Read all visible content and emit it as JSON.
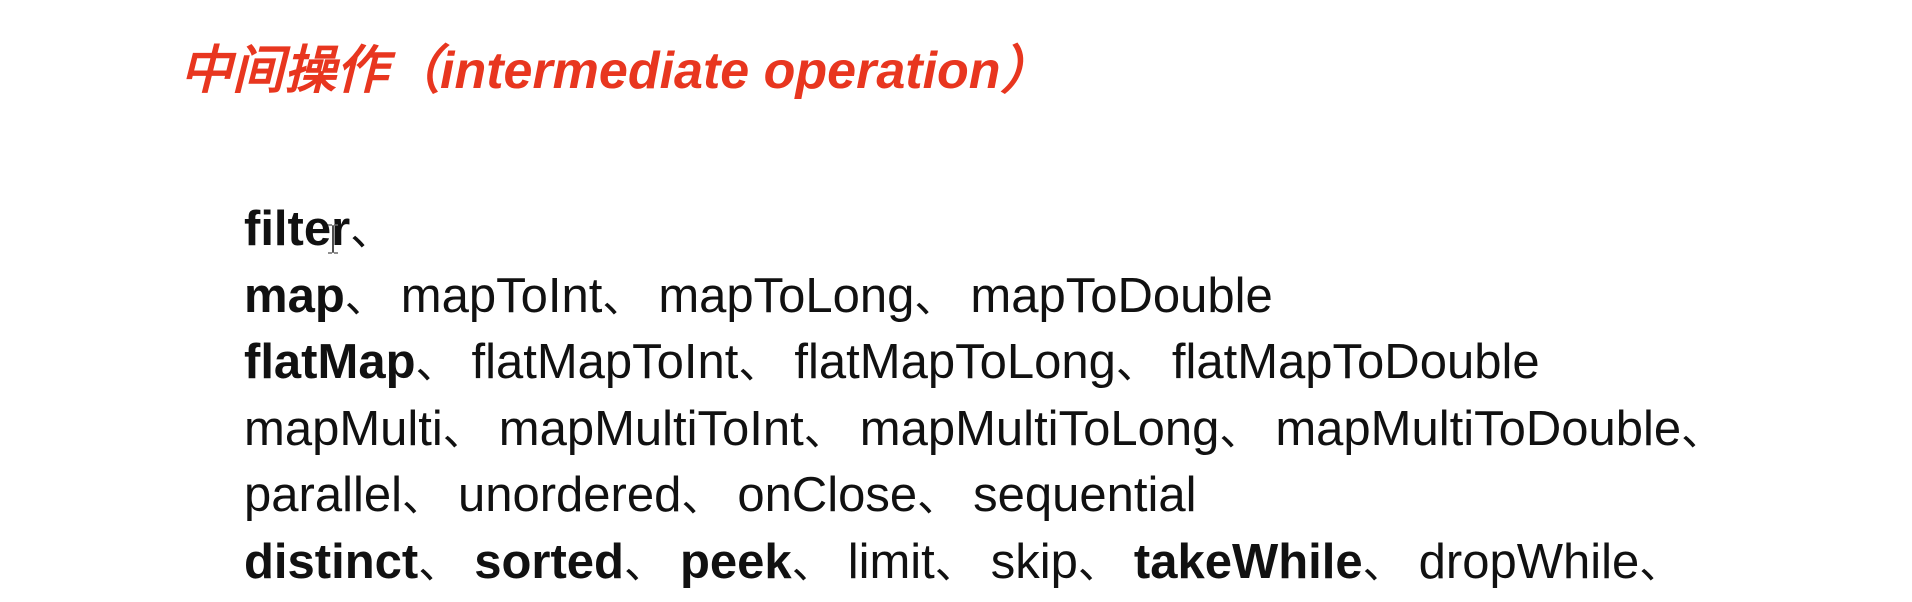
{
  "title": "中间操作（intermediate operation）",
  "separator": "、",
  "lines": [
    {
      "items": [
        {
          "text": "filter",
          "bold": true,
          "sep_after": true
        }
      ]
    },
    {
      "items": [
        {
          "text": "map",
          "bold": true,
          "sep_after": true
        },
        {
          "text": "mapToInt",
          "bold": false,
          "sep_after": true
        },
        {
          "text": "mapToLong",
          "bold": false,
          "sep_after": true
        },
        {
          "text": "mapToDouble",
          "bold": false,
          "sep_after": false
        }
      ]
    },
    {
      "items": [
        {
          "text": "flatMap",
          "bold": true,
          "sep_after": true
        },
        {
          "text": "flatMapToInt",
          "bold": false,
          "sep_after": true
        },
        {
          "text": "flatMapToLong",
          "bold": false,
          "sep_after": true
        },
        {
          "text": "flatMapToDouble",
          "bold": false,
          "sep_after": false
        }
      ]
    },
    {
      "items": [
        {
          "text": "mapMulti",
          "bold": false,
          "sep_after": true
        },
        {
          "text": "mapMultiToInt",
          "bold": false,
          "sep_after": true
        },
        {
          "text": "mapMultiToLong",
          "bold": false,
          "sep_after": true
        },
        {
          "text": "mapMultiToDouble",
          "bold": false,
          "sep_after": true
        }
      ]
    },
    {
      "items": [
        {
          "text": "parallel",
          "bold": false,
          "sep_after": true
        },
        {
          "text": "unordered",
          "bold": false,
          "sep_after": true
        },
        {
          "text": "onClose",
          "bold": false,
          "sep_after": true
        },
        {
          "text": "sequential",
          "bold": false,
          "sep_after": false
        }
      ]
    },
    {
      "items": [
        {
          "text": "distinct",
          "bold": true,
          "sep_after": true
        },
        {
          "text": "sorted",
          "bold": true,
          "sep_after": true
        },
        {
          "text": "peek",
          "bold": true,
          "sep_after": true
        },
        {
          "text": "limit",
          "bold": false,
          "sep_after": true
        },
        {
          "text": "skip",
          "bold": false,
          "sep_after": true
        },
        {
          "text": "takeWhile",
          "bold": true,
          "sep_after": true
        },
        {
          "text": "dropWhile",
          "bold": false,
          "sep_after": true
        }
      ]
    }
  ],
  "colors": {
    "title": "#e8361f",
    "body_text": "#111111",
    "background": "#ffffff"
  },
  "icons": {
    "cursor": "text-cursor-icon"
  }
}
